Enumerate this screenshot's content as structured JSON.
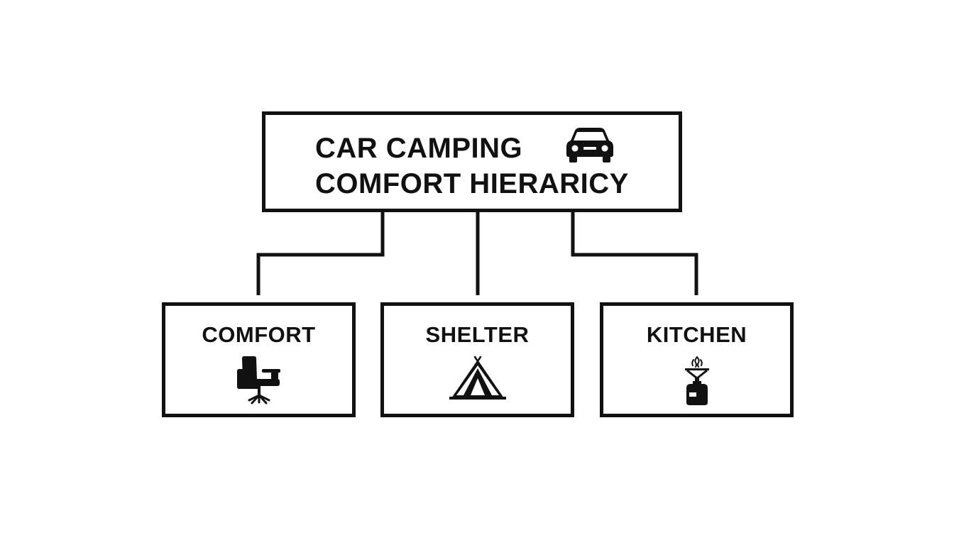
{
  "diagram": {
    "root": {
      "title_line1": "CAR CAMPING",
      "title_line2": "COMFORT HIERARICY",
      "icon": "car-icon"
    },
    "children": [
      {
        "label": "COMFORT",
        "icon": "chair-icon"
      },
      {
        "label": "SHELTER",
        "icon": "tent-icon"
      },
      {
        "label": "KITCHEN",
        "icon": "camp-stove-icon"
      }
    ],
    "colors": {
      "line": "#111111",
      "background": "#ffffff"
    }
  }
}
